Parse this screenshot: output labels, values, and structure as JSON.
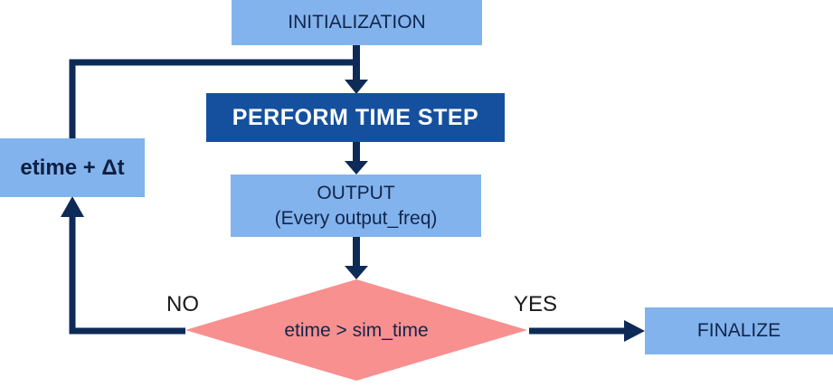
{
  "flowchart": {
    "nodes": {
      "initialization": {
        "label": "INITIALIZATION"
      },
      "perform_time_step": {
        "label": "PERFORM TIME STEP"
      },
      "output": {
        "label": "OUTPUT",
        "sublabel": "(Every output_freq)"
      },
      "etime_increment": {
        "label": "etime + Δt"
      },
      "decision": {
        "label": "etime > sim_time"
      },
      "finalize": {
        "label": "FINALIZE"
      }
    },
    "branch_labels": {
      "no": "NO",
      "yes": "YES"
    },
    "colors": {
      "node_light_blue": "#83B3EC",
      "node_dark_blue": "#15509E",
      "arrow_navy": "#0E2A57",
      "decision_pink": "#F7908F",
      "node_text_navy": "#10264E",
      "branch_label_black": "#1A1A1A",
      "dark_node_text_white": "#FFFFFF"
    }
  }
}
